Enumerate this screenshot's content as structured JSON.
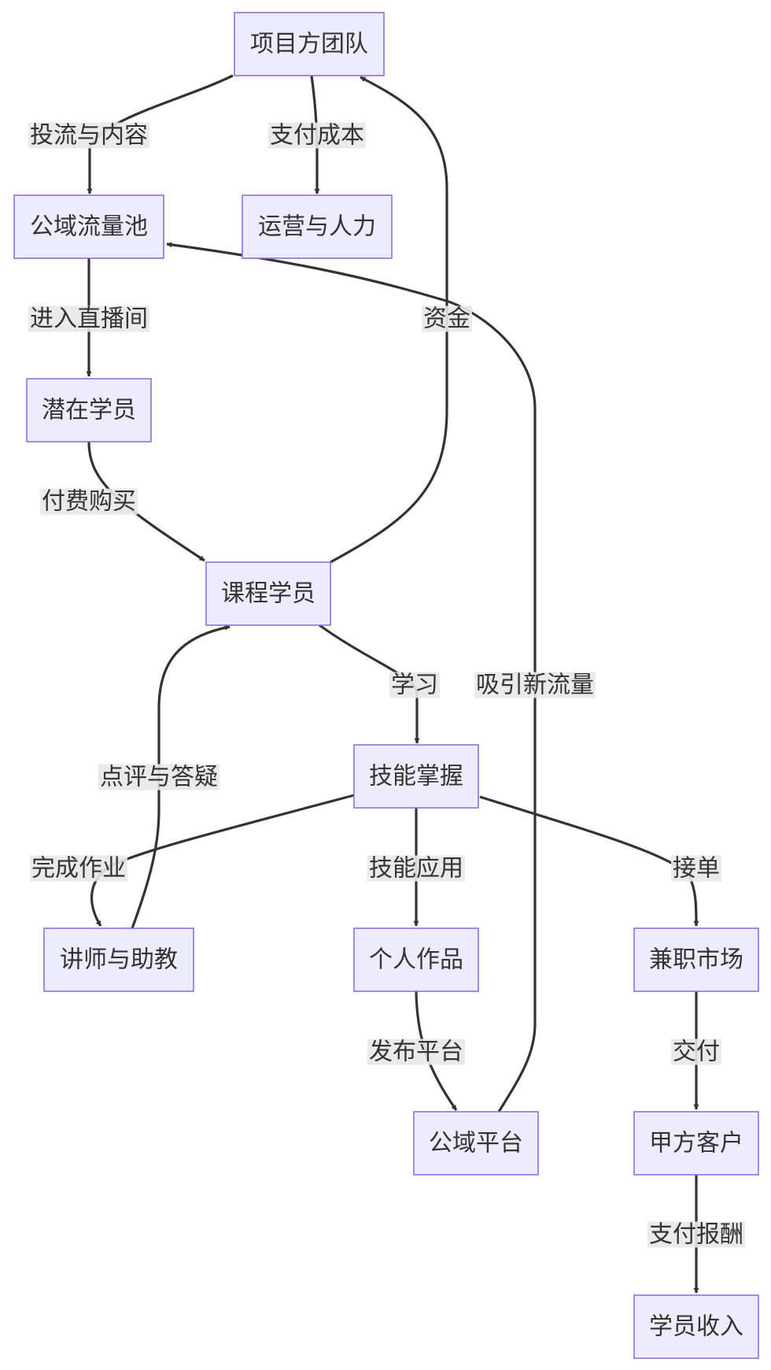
{
  "nodes": {
    "project_team": "项目方团队",
    "public_traffic_pool": "公域流量池",
    "operations_staff": "运营与人力",
    "potential_students": "潜在学员",
    "course_students": "课程学员",
    "skill_mastery": "技能掌握",
    "instructors": "讲师与助教",
    "personal_works": "个人作品",
    "part_time_market": "兼职市场",
    "public_platform": "公域平台",
    "client": "甲方客户",
    "student_income": "学员收入"
  },
  "edges": {
    "investment_content": "投流与内容",
    "pay_cost": "支付成本",
    "enter_live": "进入直播间",
    "funds": "资金",
    "pay_purchase": "付费购买",
    "study": "学习",
    "attract_traffic": "吸引新流量",
    "review_qa": "点评与答疑",
    "complete_homework": "完成作业",
    "skill_application": "技能应用",
    "take_orders": "接单",
    "publish_platform": "发布平台",
    "deliver": "交付",
    "pay_reward": "支付报酬"
  },
  "colors": {
    "node_fill": "#ECECFF",
    "node_stroke": "#9370DB",
    "edge": "#333333",
    "label_bg": "#E8E8E8"
  }
}
